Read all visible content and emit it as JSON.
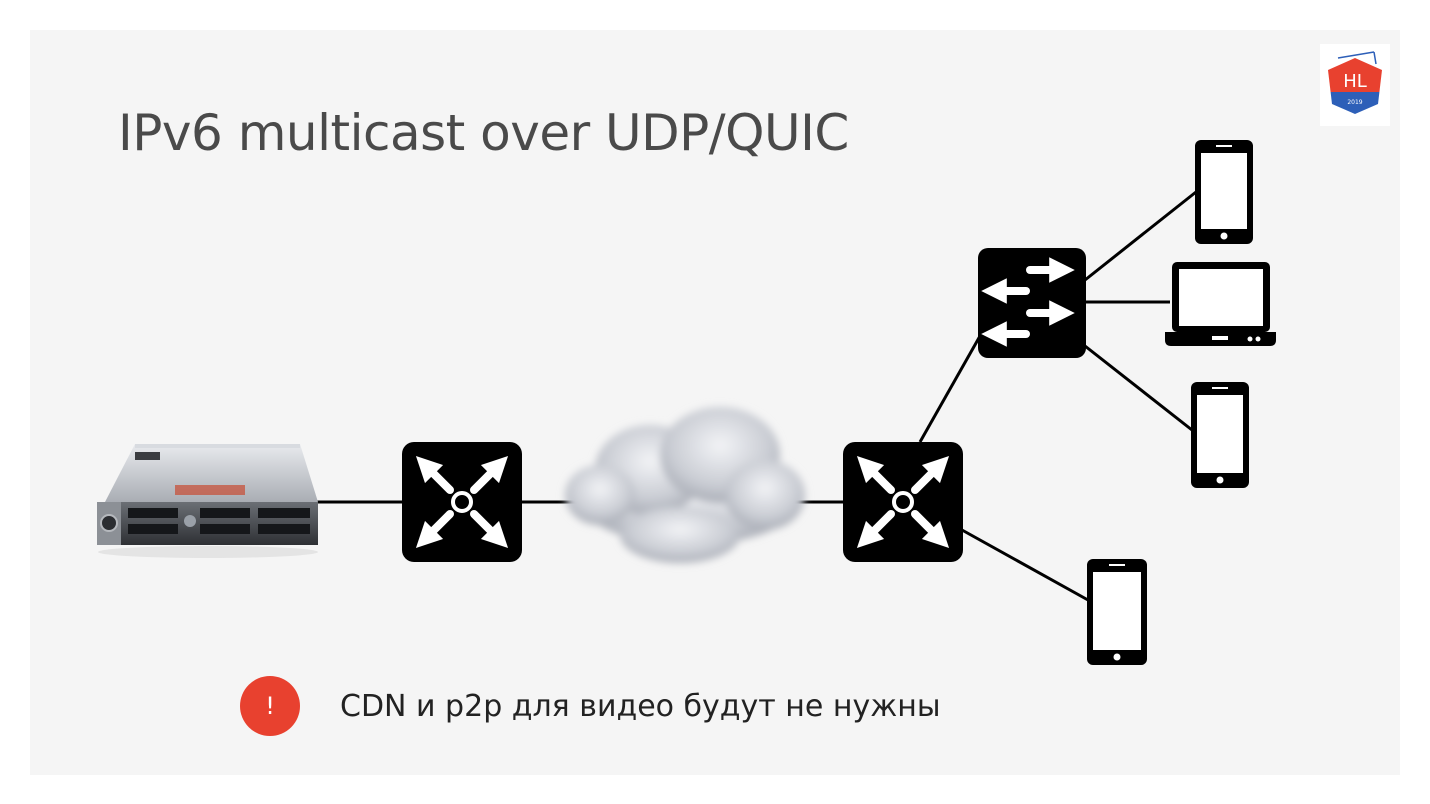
{
  "slide": {
    "title": "IPv6 multicast over UDP/QUIC",
    "logo": {
      "text": "HL",
      "year": "2019",
      "colors": {
        "top": "#e8412f",
        "bottom": "#2d5fb8"
      }
    },
    "note": {
      "icon": "exclamation-icon",
      "icon_text": "!",
      "icon_color": "#e8412f",
      "text": "CDN и p2p для видео будут не нужны"
    }
  },
  "diagram": {
    "nodes": [
      "server",
      "router-left",
      "cloud",
      "router-right",
      "switch",
      "phone-top",
      "laptop",
      "phone-mid",
      "phone-bottom"
    ],
    "edges": [
      [
        "server",
        "router-left"
      ],
      [
        "router-left",
        "cloud"
      ],
      [
        "cloud",
        "router-right"
      ],
      [
        "router-right",
        "switch"
      ],
      [
        "router-right",
        "phone-bottom"
      ],
      [
        "switch",
        "phone-top"
      ],
      [
        "switch",
        "laptop"
      ],
      [
        "switch",
        "phone-mid"
      ]
    ]
  }
}
